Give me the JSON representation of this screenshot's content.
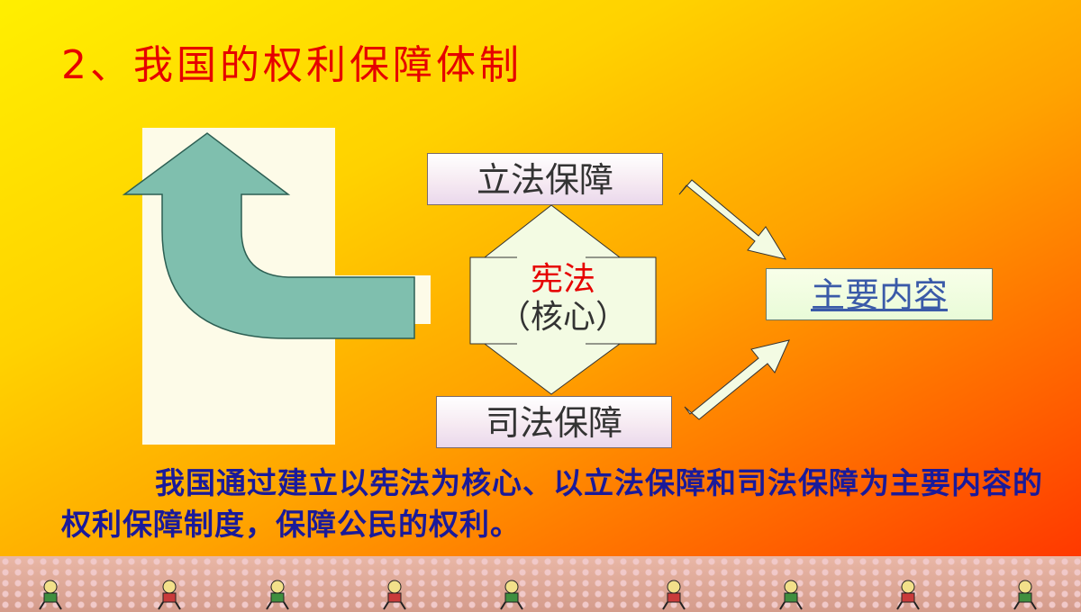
{
  "slide": {
    "title": "2、我国的权利保障体制",
    "box_legislative": "立法保障",
    "box_judicial": "司法保障",
    "core_line1": "宪法",
    "core_line2": "（核心）",
    "box_main_content": "主要内容",
    "paragraph": "我国通过建立以宪法为核心、以立法保障和司法保障为主要内容的权利保障制度，保障公民的权利。"
  },
  "colors": {
    "title": "#e60000",
    "paragraph": "#1a1a9a",
    "core_red": "#e60000",
    "bent_arrow": "#7fbfae",
    "panel": "#fdfbe8",
    "link": "#3a5aa8"
  },
  "icons": [
    "bent-up-arrow-icon",
    "double-vertical-arrow-icon",
    "diagonal-arrow-icon",
    "runner-figure-icon"
  ]
}
